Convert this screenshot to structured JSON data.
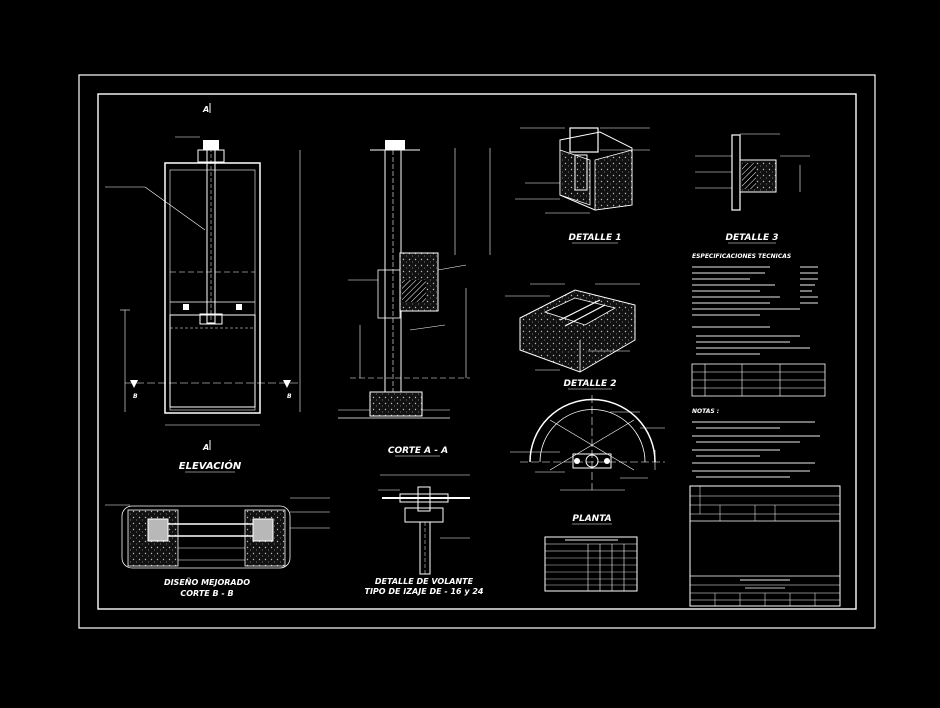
{
  "drawing": {
    "views": {
      "elevacion": {
        "title": "ELEVACIÓN",
        "section_marker": "A"
      },
      "corte_aa": {
        "title": "CORTE A - A"
      },
      "detalle1": {
        "title": "DETALLE 1"
      },
      "detalle2": {
        "title": "DETALLE 2"
      },
      "detalle3": {
        "title": "DETALLE 3"
      },
      "corte_bb": {
        "title_line1": "DISEÑO MEJORADO",
        "title_line2": "CORTE B - B",
        "marker": "B"
      },
      "volante": {
        "title_line1": "DETALLE DE VOLANTE",
        "title_line2": "TIPO DE IZAJE DE - 16 y 24"
      },
      "planta": {
        "title": "PLANTA"
      }
    },
    "notes": {
      "specs_title": "ESPECIFICACIONES TECNICAS",
      "notas_title": "NOTAS :"
    },
    "colors": {
      "background": "#000000",
      "frame": "#ffffff",
      "steel": "#ffffff",
      "concrete": "#cccccc",
      "accent_fill": "#b8b8b8",
      "dim_line": "#ffffff"
    }
  }
}
